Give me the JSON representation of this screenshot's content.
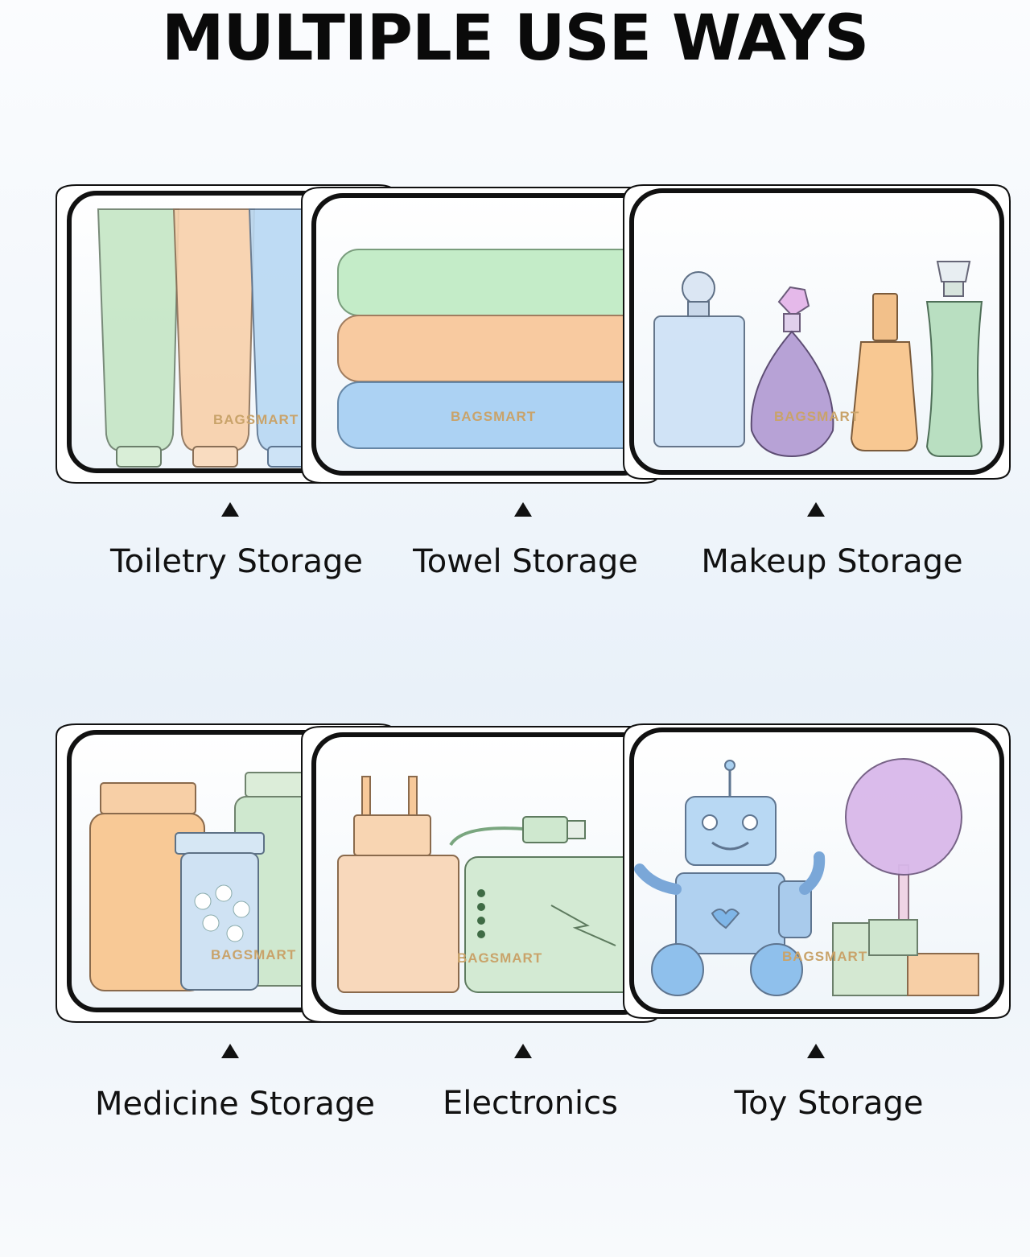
{
  "headline": "MULTIPLE USE WAYS",
  "brand_mark": "BAGSMART",
  "top_row": [
    {
      "caption": "Toiletry Storage",
      "icon": "tubes"
    },
    {
      "caption": "Towel Storage",
      "icon": "towels"
    },
    {
      "caption": "Makeup Storage",
      "icon": "perfume-bottles"
    }
  ],
  "bottom_row": [
    {
      "caption": "Medicine Storage",
      "icon": "pill-bottles"
    },
    {
      "caption": "Electronics",
      "icon": "charger-powerbank"
    },
    {
      "caption": "Toy Storage",
      "icon": "robot-toys"
    }
  ],
  "colors": {
    "green": "#bfe3c1",
    "orange": "#f7c89a",
    "blue": "#a9d0f0",
    "purple": "#b9a3d9",
    "brand": "#c9a36a"
  }
}
